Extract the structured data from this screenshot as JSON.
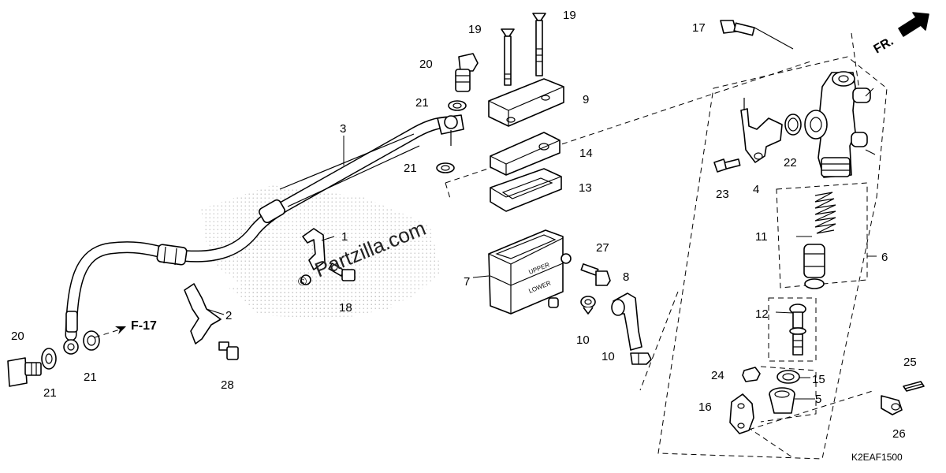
{
  "watermark": {
    "brand_text": "Partzilla.com",
    "copyright_symbol": "©",
    "dot_color": "#b8b8b8"
  },
  "direction_arrow": {
    "label": "FR."
  },
  "reference": {
    "label": "F-17"
  },
  "diagram_code": "K2EAF1500",
  "reservoir_text": {
    "upper": "UPPER",
    "lower": "LOWER"
  },
  "callouts": {
    "p1": "1",
    "p2": "2",
    "p3": "3",
    "p4": "4",
    "p5": "5",
    "p6": "6",
    "p7": "7",
    "p8": "8",
    "p9": "9",
    "p10a": "10",
    "p10b": "10",
    "p11": "11",
    "p12": "12",
    "p13": "13",
    "p14": "14",
    "p15": "15",
    "p16": "16",
    "p17": "17",
    "p18": "18",
    "p19a": "19",
    "p19b": "19",
    "p20a": "20",
    "p20b": "20",
    "p21a": "21",
    "p21b": "21",
    "p21c": "21",
    "p21d": "21",
    "p22": "22",
    "p23": "23",
    "p24": "24",
    "p25": "25",
    "p26": "26",
    "p27": "27",
    "p28": "28"
  },
  "icons": {
    "direction": "front-arrow-icon",
    "reference": "reference-arrow-icon"
  }
}
